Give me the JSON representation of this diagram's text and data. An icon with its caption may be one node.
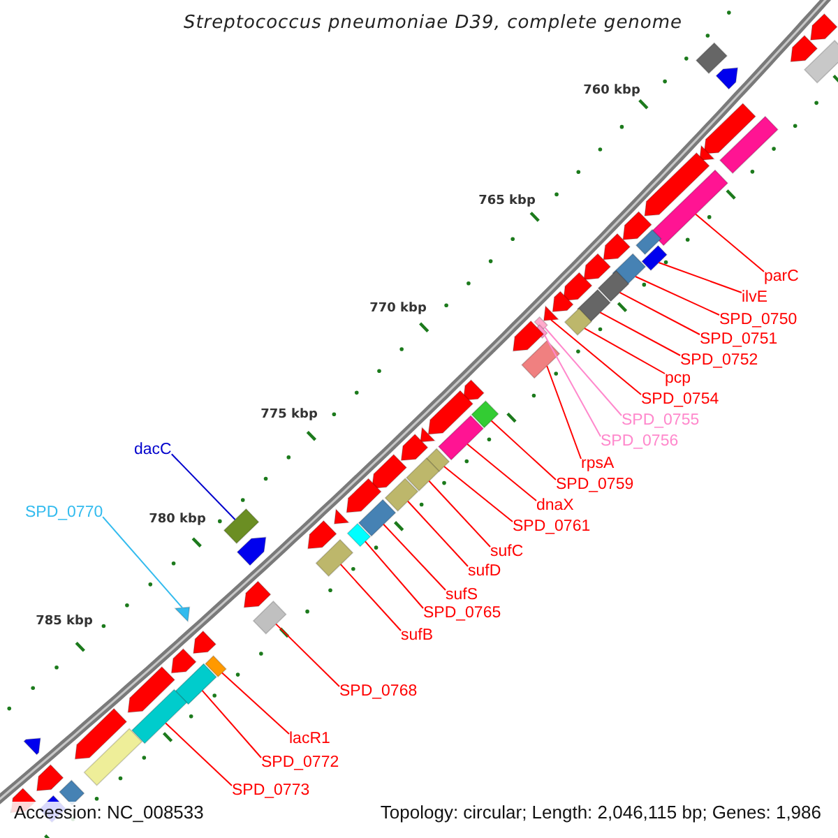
{
  "diagram": {
    "title": "Streptococcus pneumoniae D39, complete genome",
    "nodes": [
      {
        "text": [
          "parC"
        ]
      },
      {
        "text": [
          "ilvE"
        ]
      },
      {
        "text": [
          "SPD_0750"
        ]
      },
      {
        "text": [
          "SPD_0751"
        ]
      },
      {
        "text": [
          "SPD_0752"
        ]
      },
      {
        "text": [
          "pcp"
        ]
      },
      {
        "text": [
          "SPD_0754"
        ]
      },
      {
        "text": [
          "SPD_0755"
        ]
      },
      {
        "text": [
          "SPD_0756"
        ]
      },
      {
        "text": [
          "rpsA"
        ]
      },
      {
        "text": [
          "SPD_0759"
        ]
      },
      {
        "text": [
          "dnaX"
        ]
      },
      {
        "text": [
          "SPD_0761"
        ]
      },
      {
        "text": [
          "sufC"
        ]
      },
      {
        "text": [
          "sufD"
        ]
      },
      {
        "text": [
          "sufS"
        ]
      },
      {
        "text": [
          "SPD_0765"
        ]
      },
      {
        "text": [
          "sufB"
        ]
      },
      {
        "text": [
          "SPD_0768"
        ]
      },
      {
        "text": [
          "lacR1"
        ]
      },
      {
        "text": [
          "SPD_0772"
        ]
      },
      {
        "text": [
          "SPD_0773"
        ]
      },
      {
        "text": [
          "dacC"
        ]
      },
      {
        "text": [
          "SPD_0770"
        ]
      },
      {
        "text": [],
        "shape": "bar"
      },
      {
        "text": [],
        "shape": "bar"
      },
      {
        "text": [],
        "shape": "bar"
      },
      {
        "text": [],
        "shape": "bar"
      },
      {
        "text": [],
        "shape": "bar"
      },
      {
        "text": [],
        "shape": "bar"
      },
      {
        "text": [],
        "shape": "triangle"
      },
      {
        "text": [],
        "shape": "bar"
      },
      {
        "text": [],
        "shape": "bar"
      },
      {
        "text": [],
        "shape": "bar"
      },
      {
        "text": [],
        "shape": "bar"
      },
      {
        "text": [],
        "shape": "bar"
      },
      {
        "text": [],
        "shape": "bar"
      },
      {
        "text": [],
        "shape": "bar"
      },
      {
        "text": [],
        "shape": "bar"
      },
      {
        "text": [],
        "shape": "bar"
      },
      {
        "text": [],
        "shape": "bar"
      },
      {
        "text": [],
        "shape": "bar"
      },
      {
        "text": [],
        "shape": "bar"
      },
      {
        "text": [],
        "shape": "bar"
      },
      {
        "text": [],
        "shape": "bar"
      },
      {
        "text": [],
        "shape": "bar"
      },
      {
        "text": [],
        "shape": "bar"
      },
      {
        "text": [],
        "shape": "triangle"
      },
      {
        "text": [],
        "shape": "pentagon"
      },
      {
        "text": [],
        "shape": "pentagon"
      },
      {
        "text": [],
        "shape": "pentagon"
      },
      {
        "text": [],
        "shape": "triangle"
      },
      {
        "text": [],
        "shape": "pentagon"
      },
      {
        "text": [],
        "shape": "pentagon"
      },
      {
        "text": [],
        "shape": "pentagon"
      },
      {
        "text": [],
        "shape": "pentagon"
      },
      {
        "text": [],
        "shape": "pentagon"
      },
      {
        "text": [],
        "shape": "pentagon"
      },
      {
        "text": [],
        "shape": "pentagon"
      },
      {
        "text": [],
        "shape": "pentagon"
      },
      {
        "text": [],
        "shape": "pentagon"
      },
      {
        "text": [],
        "shape": "triangle"
      },
      {
        "text": [],
        "shape": "pentagon"
      },
      {
        "text": [],
        "shape": "pentagon"
      },
      {
        "text": [],
        "shape": "pentagon"
      },
      {
        "text": [],
        "shape": "triangle"
      },
      {
        "text": [],
        "shape": "pentagon"
      },
      {
        "text": [],
        "shape": "pentagon"
      },
      {
        "text": [],
        "shape": "pentagon"
      },
      {
        "text": [],
        "shape": "pentagon"
      },
      {
        "text": [],
        "shape": "pentagon"
      },
      {
        "text": [],
        "shape": "pentagon"
      },
      {
        "text": [],
        "shape": "pentagon"
      },
      {
        "text": [],
        "shape": "pentagon"
      },
      {
        "text": [],
        "shape": "bar"
      },
      {
        "text": [],
        "shape": "bar"
      },
      {
        "text": [],
        "shape": "bar"
      },
      {
        "text": [],
        "shape": "bar"
      },
      {
        "text": [],
        "shape": "bar"
      },
      {
        "text": [],
        "shape": "bar"
      },
      {
        "text": [],
        "shape": "pentagon"
      },
      {
        "text": [],
        "shape": "pentagon"
      },
      {
        "text": [],
        "shape": "pentagon"
      },
      {
        "text": [],
        "shape": "bar"
      }
    ],
    "edges": [
      {
        "from": 0,
        "to": 24,
        "arrow": "none"
      },
      {
        "from": 1,
        "to": 25,
        "arrow": "none"
      },
      {
        "from": 2,
        "to": 26,
        "arrow": "none"
      },
      {
        "from": 3,
        "to": 27,
        "arrow": "none"
      },
      {
        "from": 4,
        "to": 28,
        "arrow": "none"
      },
      {
        "from": 5,
        "to": 29,
        "arrow": "none"
      },
      {
        "from": 6,
        "to": 30,
        "arrow": "none"
      },
      {
        "from": 7,
        "to": 31,
        "arrow": "none",
        "color": "#ff88cc"
      },
      {
        "from": 8,
        "to": 32,
        "arrow": "none",
        "color": "#ff88cc"
      },
      {
        "from": 9,
        "to": 33,
        "arrow": "none"
      },
      {
        "from": 10,
        "to": 34,
        "arrow": "none"
      },
      {
        "from": 11,
        "to": 35,
        "arrow": "none"
      },
      {
        "from": 12,
        "to": 36,
        "arrow": "none"
      },
      {
        "from": 13,
        "to": 37,
        "arrow": "none"
      },
      {
        "from": 14,
        "to": 38,
        "arrow": "none"
      },
      {
        "from": 15,
        "to": 39,
        "arrow": "none"
      },
      {
        "from": 16,
        "to": 40,
        "arrow": "none"
      },
      {
        "from": 17,
        "to": 41,
        "arrow": "none"
      },
      {
        "from": 18,
        "to": 42,
        "arrow": "none"
      },
      {
        "from": 19,
        "to": 43,
        "arrow": "none"
      },
      {
        "from": 20,
        "to": 44,
        "arrow": "none"
      },
      {
        "from": 21,
        "to": 45,
        "arrow": "none"
      },
      {
        "from": 22,
        "to": 46,
        "arrow": "none",
        "color": "#0000cc"
      },
      {
        "from": 23,
        "to": 47,
        "arrow": "none",
        "color": "#33bbee"
      }
    ],
    "labels": [
      "760 kbp",
      "765 kbp",
      "770 kbp",
      "775 kbp",
      "780 kbp",
      "785 kbp",
      "Accession: NC_008533",
      "Topology: circular; Length: 2,046,115 bp; Genes: 1,986"
    ]
  }
}
